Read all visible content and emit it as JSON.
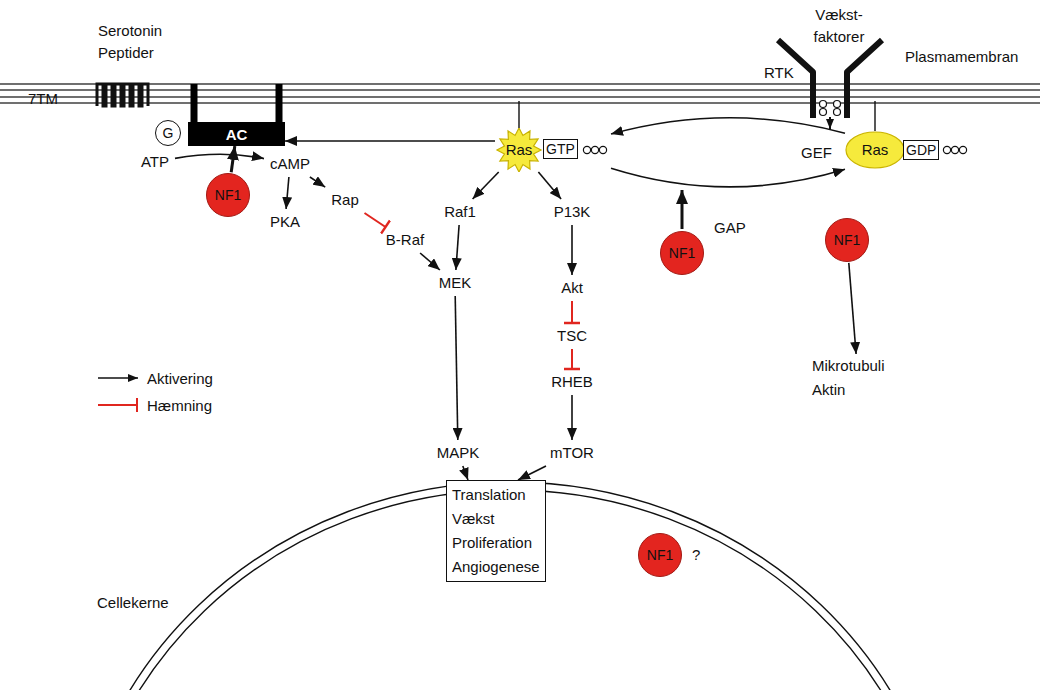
{
  "diagram": {
    "nodes": [
      {
        "text": [
          "G"
        ]
      },
      {
        "text": [
          "AC"
        ]
      },
      {
        "text": [
          "ATP"
        ]
      },
      {
        "text": [
          "cAMP"
        ]
      },
      {
        "text": [
          "NF1"
        ]
      },
      {
        "text": [
          "PKA"
        ]
      },
      {
        "text": [
          "Rap"
        ]
      },
      {
        "text": [
          "B-Raf"
        ]
      },
      {
        "text": [
          "Ras",
          "GTP"
        ]
      },
      {
        "text": [
          "Raf1"
        ]
      },
      {
        "text": [
          "P13K"
        ]
      },
      {
        "text": [
          "MEK"
        ]
      },
      {
        "text": [
          "Akt"
        ]
      },
      {
        "text": [
          "TSC"
        ]
      },
      {
        "text": [
          "RHEB"
        ]
      },
      {
        "text": [
          "MAPK"
        ]
      },
      {
        "text": [
          "mTOR"
        ]
      },
      {
        "text": [
          "Ras",
          "GDP"
        ]
      },
      {
        "text": [
          "NF1"
        ]
      },
      {
        "text": [
          "NF1"
        ]
      },
      {
        "text": [
          "Mikrotubuli Aktin"
        ]
      },
      {
        "text": [
          "Translation",
          "Vækst",
          "Proliferation",
          "Angiogenese"
        ]
      },
      {
        "text": [
          "NF1"
        ]
      }
    ],
    "edges": [
      {
        "from": 4,
        "to": 1,
        "arrow": "to"
      },
      {
        "from": 2,
        "to": 3,
        "arrow": "to"
      },
      {
        "from": 8,
        "to": 1,
        "arrow": "to"
      },
      {
        "from": 3,
        "to": 5,
        "arrow": "to"
      },
      {
        "from": 3,
        "to": 6,
        "arrow": "to"
      },
      {
        "from": 6,
        "to": 7,
        "arrow": "to"
      },
      {
        "from": 7,
        "to": 11,
        "arrow": "to"
      },
      {
        "from": 8,
        "to": 9,
        "arrow": "to"
      },
      {
        "from": 8,
        "to": 10,
        "arrow": "to"
      },
      {
        "from": 9,
        "to": 11,
        "arrow": "to"
      },
      {
        "from": 11,
        "to": 15,
        "arrow": "to"
      },
      {
        "from": 10,
        "to": 12,
        "arrow": "to"
      },
      {
        "from": 12,
        "to": 13,
        "arrow": "to"
      },
      {
        "from": 13,
        "to": 14,
        "arrow": "to"
      },
      {
        "from": 14,
        "to": 16,
        "arrow": "to"
      },
      {
        "from": 15,
        "to": 21,
        "arrow": "to"
      },
      {
        "from": 16,
        "to": 21,
        "arrow": "to"
      },
      {
        "from": 17,
        "to": 8,
        "label": "GEF",
        "arrow": "to"
      },
      {
        "from": 8,
        "to": 17,
        "label": "GAP",
        "arrow": "to"
      },
      {
        "from": 19,
        "to": 20,
        "arrow": "to"
      }
    ],
    "labels": [
      "Serotonin",
      "Peptider",
      "7TM",
      "Vækst- faktorer",
      "Plasmamembran",
      "RTK",
      "?",
      "Cellekerne"
    ],
    "legend": [
      {
        "text": "Aktivering"
      },
      {
        "text": "Hæmning"
      }
    ]
  }
}
